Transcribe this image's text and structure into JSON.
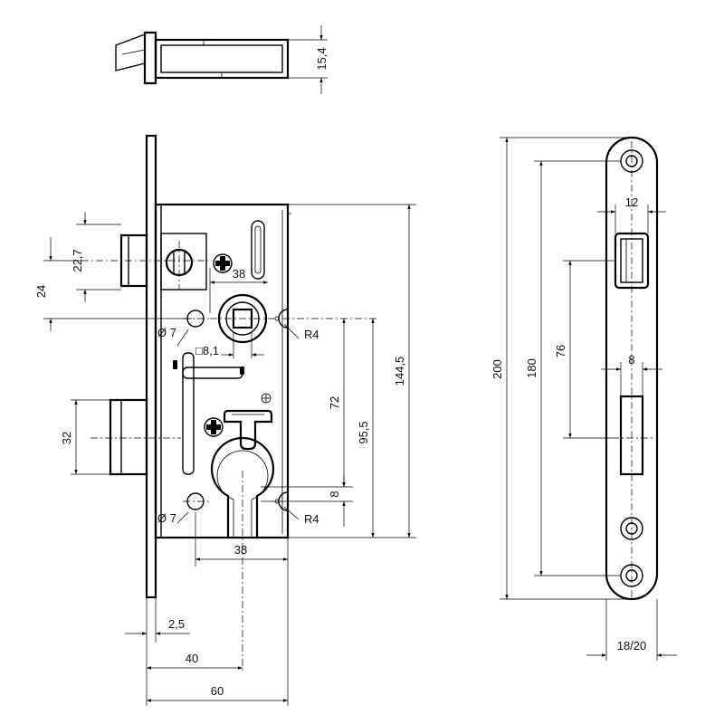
{
  "labels": {
    "bolt_depth": "15,4",
    "backset_38_top": "38",
    "latch_height": "22,7",
    "latch_offset": "24",
    "hole_top": "Ø 7",
    "hole_bottom": "Ø 7",
    "square_spindle": "□8,1",
    "radius_top": "R4",
    "radius_bottom": "R4",
    "dim_72": "72",
    "dim_95_5": "95,5",
    "dim_144_5": "144,5",
    "bolt_height": "32",
    "dim_8_cyl": "8",
    "backset_38_bottom": "38",
    "faceplate_thickness": "2,5",
    "backset_40": "40",
    "case_depth": "60",
    "plate_length": "200",
    "hole_spacing": "180",
    "latch_width": "12",
    "opening_spacing": "76",
    "bolt_width": "8",
    "plate_width": "18/20"
  }
}
